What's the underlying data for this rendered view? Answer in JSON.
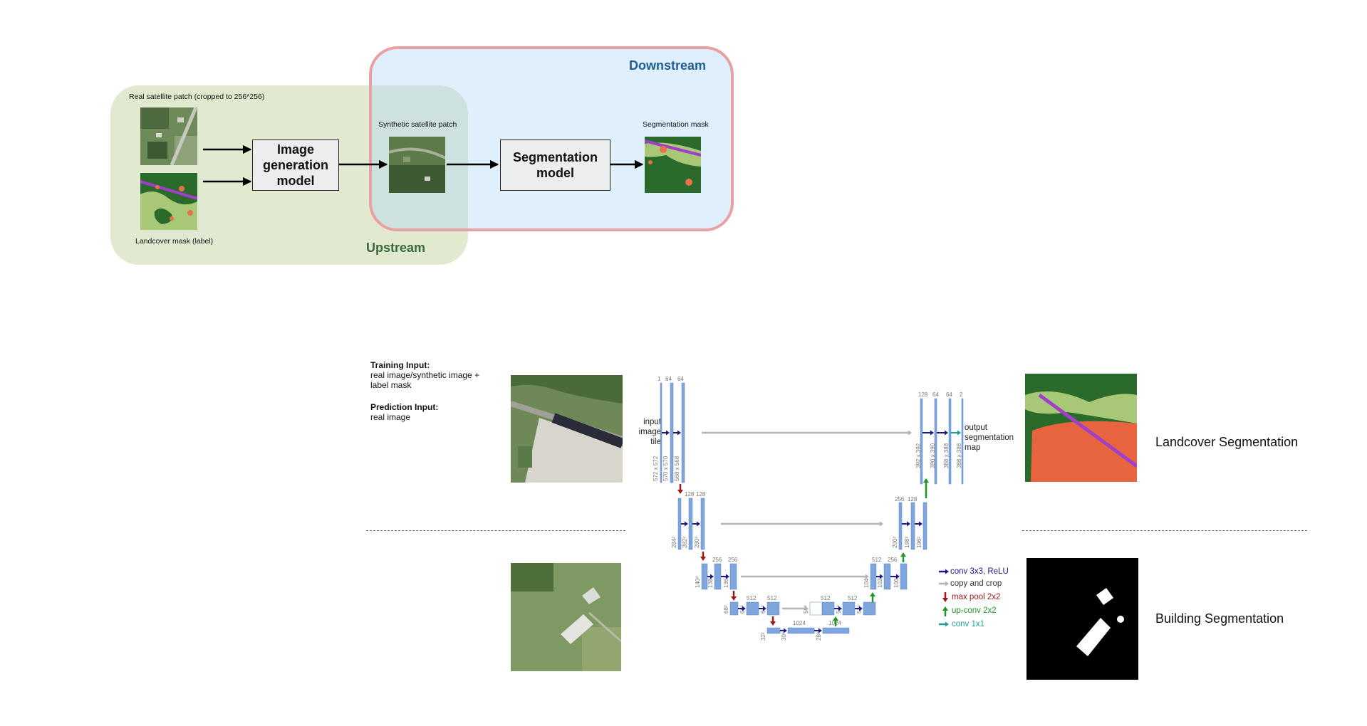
{
  "upstream": {
    "title": "Upstream",
    "real_patch_caption": "Real satellite patch (cropped to 256*256)",
    "mask_caption": "Landcover mask (label)",
    "model_label": "Image generation model"
  },
  "downstream": {
    "title": "Downstream",
    "synthetic_caption": "Synthetic satellite patch",
    "model_label": "Segmentation model",
    "output_caption": "Segmentation mask"
  },
  "inputs": {
    "training_title": "Training Input:",
    "training_text": "real image/synthetic image + label mask",
    "prediction_title": "Prediction Input:",
    "prediction_text": "real image"
  },
  "unet": {
    "input_label": "input image tile",
    "output_label": "output segmentation map",
    "channels": {
      "l1": [
        "1",
        "64",
        "64"
      ],
      "l2": [
        "128",
        "128"
      ],
      "l3": [
        "256",
        "256"
      ],
      "l4": [
        "512",
        "512"
      ],
      "l5": [
        "1024",
        "1024"
      ],
      "u4": [
        "512",
        "512"
      ],
      "u3": [
        "512",
        "256"
      ],
      "u2": [
        "256",
        "128"
      ],
      "u1": [
        "128",
        "64",
        "64",
        "2"
      ]
    },
    "sizes": {
      "l1": [
        "572 x 572",
        "570 x 570",
        "568 x 568"
      ],
      "l2": [
        "284²",
        "282²",
        "280²"
      ],
      "l3": [
        "140²",
        "138²",
        "136²"
      ],
      "l4": [
        "68²",
        "66²",
        "64²"
      ],
      "l5": [
        "32²",
        "30²",
        "28²"
      ],
      "u4": [
        "56²",
        "54²",
        "52²"
      ],
      "u3": [
        "104²",
        "102²",
        "100²"
      ],
      "u2": [
        "200²",
        "198²",
        "196²"
      ],
      "u1": [
        "392 x 392",
        "390 x 390",
        "388 x 388",
        "388 x 388"
      ]
    },
    "legend": {
      "conv": "conv 3x3, ReLU",
      "copy": "copy and crop",
      "pool": "max pool 2x2",
      "upconv": "up-conv 2x2",
      "conv1": "conv 1x1"
    },
    "colors": {
      "block": "#7ea6dc",
      "conv_arrow": "#1a1a8a",
      "copy_arrow": "#b4b4b4",
      "pool_arrow": "#a01818",
      "upconv_arrow": "#1e9628",
      "conv1_arrow": "#1e9e9e"
    }
  },
  "outputs": {
    "landcover": "Landcover Segmentation",
    "building": "Building Segmentation"
  },
  "colors": {
    "upstream_bg": "#c8d8aa",
    "downstream_bg": "#dcebf9",
    "downstream_border": "#e8a0a2",
    "upstream_title": "#3a6a3a",
    "downstream_title": "#1f5d97"
  }
}
